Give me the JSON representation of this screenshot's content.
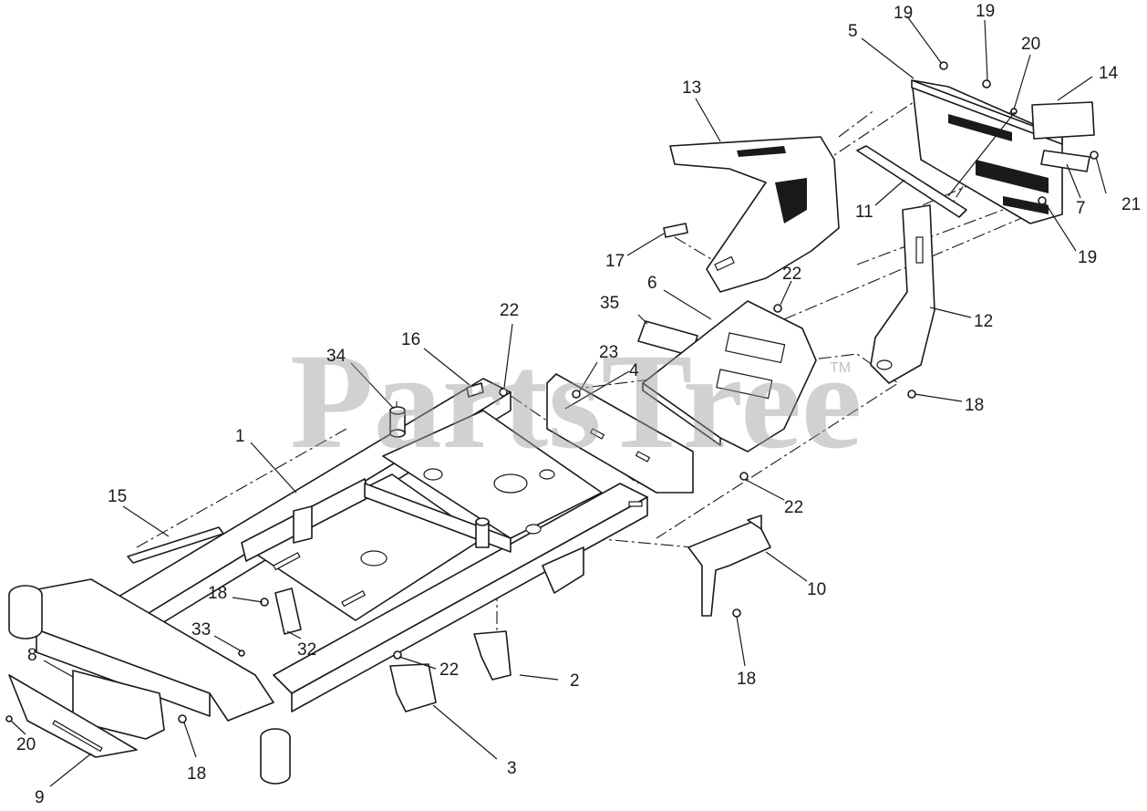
{
  "watermark": {
    "text": "PartsTree",
    "trademark": "TM"
  },
  "callouts": {
    "c1": "1",
    "c2": "2",
    "c3": "3",
    "c4": "4",
    "c5": "5",
    "c6": "6",
    "c7": "7",
    "c8": "8",
    "c9": "9",
    "c10": "10",
    "c11": "11",
    "c12": "12",
    "c13": "13",
    "c14": "14",
    "c15": "15",
    "c16": "16",
    "c17": "17",
    "c18a": "18",
    "c18b": "18",
    "c18c": "18",
    "c18d": "18",
    "c19a": "19",
    "c19b": "19",
    "c19c": "19",
    "c20a": "20",
    "c20b": "20",
    "c21": "21",
    "c22a": "22",
    "c22b": "22",
    "c22c": "22",
    "c22d": "22",
    "c23": "23",
    "c32": "32",
    "c33": "33",
    "c34": "34",
    "c35": "35"
  }
}
